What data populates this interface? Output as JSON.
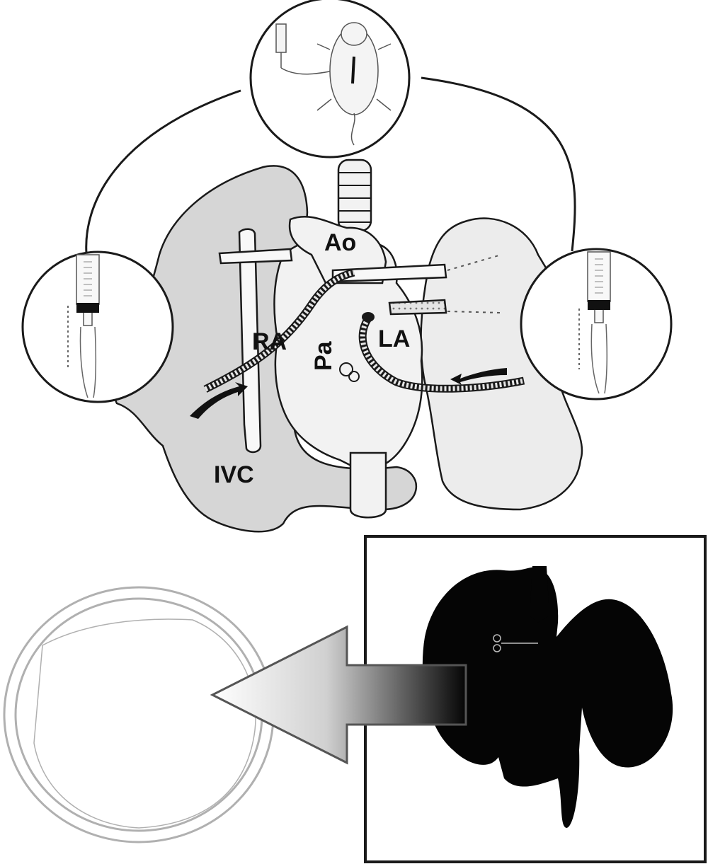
{
  "labels": {
    "ao": "Ao",
    "ra": "RA",
    "pa": "Pa",
    "la": "LA",
    "ivc": "IVC"
  },
  "colors": {
    "lung_fill": "#d6d6d6",
    "lung_right_fill": "#ececec",
    "heart_fill": "#f2f2f2",
    "outline": "#1a1a1a",
    "silhouette": "#050505",
    "dish_stroke": "#b0b0b0"
  },
  "icons": [
    "syringe-icon",
    "mouse-icon",
    "curved-arrow-icon",
    "clamp-icon",
    "petri-dish-icon",
    "block-arrow-icon"
  ]
}
